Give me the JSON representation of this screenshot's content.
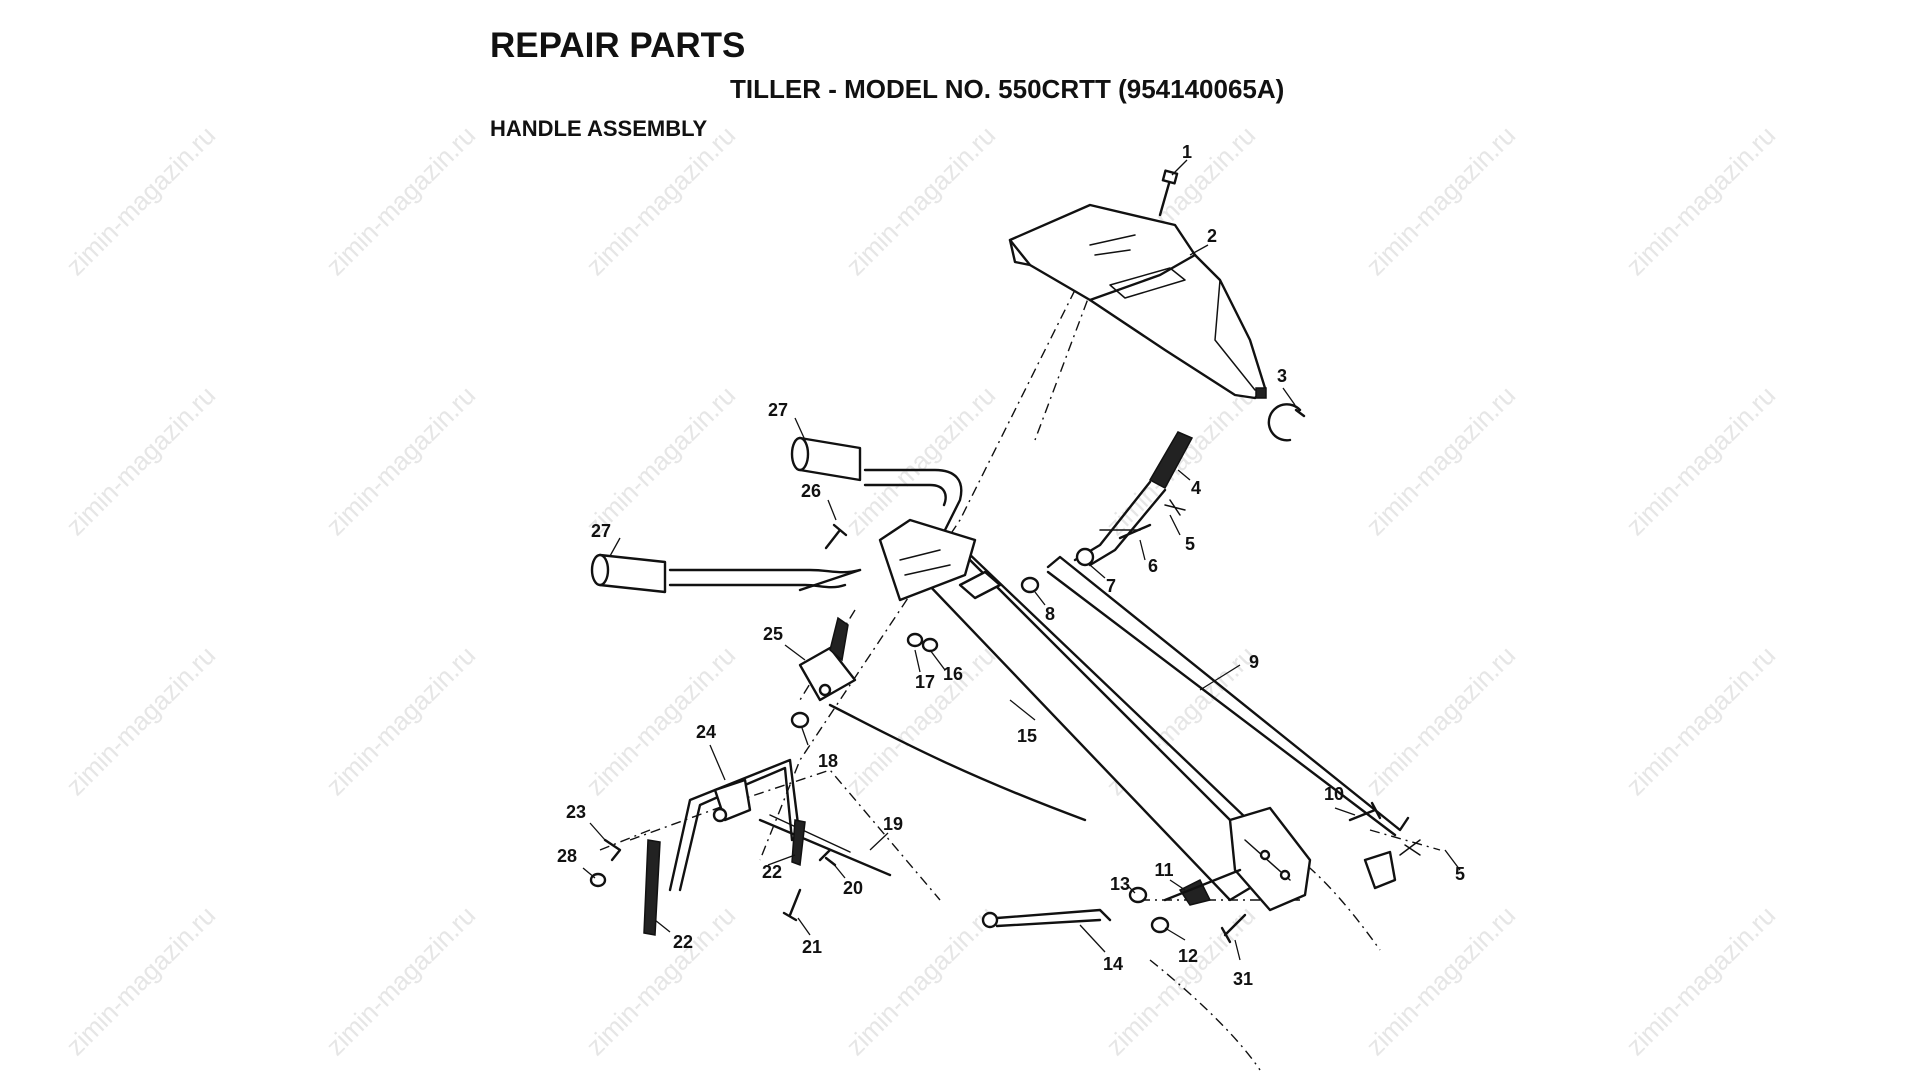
{
  "title": "REPAIR PARTS",
  "subtitle": "TILLER - MODEL NO. 550CRTT (954140065A)",
  "section": "HANDLE ASSEMBLY",
  "watermark": "zimin-magazin.ru",
  "callouts": {
    "c1": "1",
    "c2": "2",
    "c3": "3",
    "c4": "4",
    "c5a": "5",
    "c5b": "5",
    "c6": "6",
    "c7": "7",
    "c8": "8",
    "c9": "9",
    "c10": "10",
    "c11": "11",
    "c12": "12",
    "c13": "13",
    "c14": "14",
    "c15": "15",
    "c16": "16",
    "c17": "17",
    "c18": "18",
    "c19": "19",
    "c20": "20",
    "c21": "21",
    "c22a": "22",
    "c22b": "22",
    "c23": "23",
    "c24": "24",
    "c25": "25",
    "c26": "26",
    "c27a": "27",
    "c27b": "27",
    "c28": "28",
    "c31": "31"
  }
}
